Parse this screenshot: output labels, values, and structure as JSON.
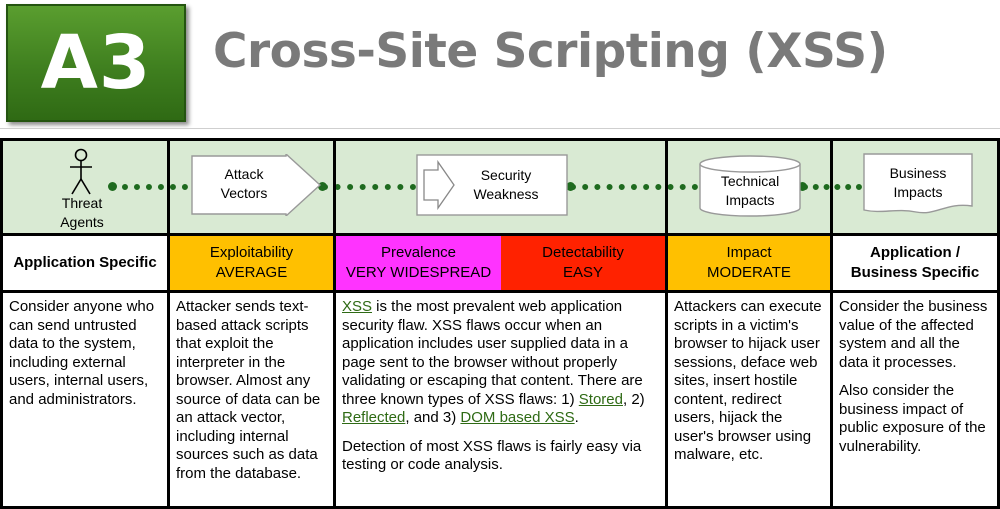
{
  "header": {
    "badge": "A3",
    "title": "Cross-Site Scripting (XSS)"
  },
  "flow": {
    "threat_agents": [
      "Threat",
      "Agents"
    ],
    "attack_vectors": [
      "Attack",
      "Vectors"
    ],
    "security_weakness": [
      "Security",
      "Weakness"
    ],
    "technical_impacts": [
      "Technical",
      "Impacts"
    ],
    "business_impacts": [
      "Business",
      "Impacts"
    ]
  },
  "ratings": {
    "threat_agents": {
      "line1": "Application Specific"
    },
    "exploitability": {
      "line1": "Exploitability",
      "line2": "AVERAGE",
      "color": "#ffc000"
    },
    "prevalence": {
      "line1": "Prevalence",
      "line2": "VERY WIDESPREAD",
      "color": "#ff33ff"
    },
    "detectability": {
      "line1": "Detectability",
      "line2": "EASY",
      "color": "#ff2200"
    },
    "impact": {
      "line1": "Impact",
      "line2": "MODERATE",
      "color": "#ffc000"
    },
    "business": {
      "line1": "Application /",
      "line2": "Business Specific"
    }
  },
  "descriptions": {
    "threat_agents": "Consider anyone who can send untrusted data to the system, including external users, internal users, and administrators.",
    "attack_vectors": "Attacker sends text-based attack scripts that exploit the interpreter in the browser. Almost any source of data can be an attack vector, including internal sources such as data from the database.",
    "security_weakness": {
      "link_xss": "XSS",
      "p1_a": " is the most prevalent web application security flaw. XSS flaws occur when an application includes user supplied data in a page sent to the browser without properly validating or escaping that content. There are three known types of XSS flaws: 1) ",
      "link_stored": "Stored",
      "p1_b": ", 2) ",
      "link_reflected": "Reflected",
      "p1_c": ", and 3) ",
      "link_dom": "DOM based XSS",
      "p1_d": ".",
      "p2": "Detection of most XSS flaws is fairly easy via testing or code analysis."
    },
    "technical_impacts": "Attackers can execute scripts in a victim's browser to hijack user sessions, deface web sites, insert hostile content, redirect users, hijack the user's browser using malware, etc.",
    "business_impacts": {
      "p1": "Consider the business value of the affected system and all the data it processes.",
      "p2": "Also consider the business impact of public exposure of the vulnerability."
    }
  },
  "colors": {
    "badge_green": "#3f7f1f",
    "flow_background": "#d9ead3",
    "link_green": "#2e6a14",
    "title_gray": "#7a7a7a"
  }
}
